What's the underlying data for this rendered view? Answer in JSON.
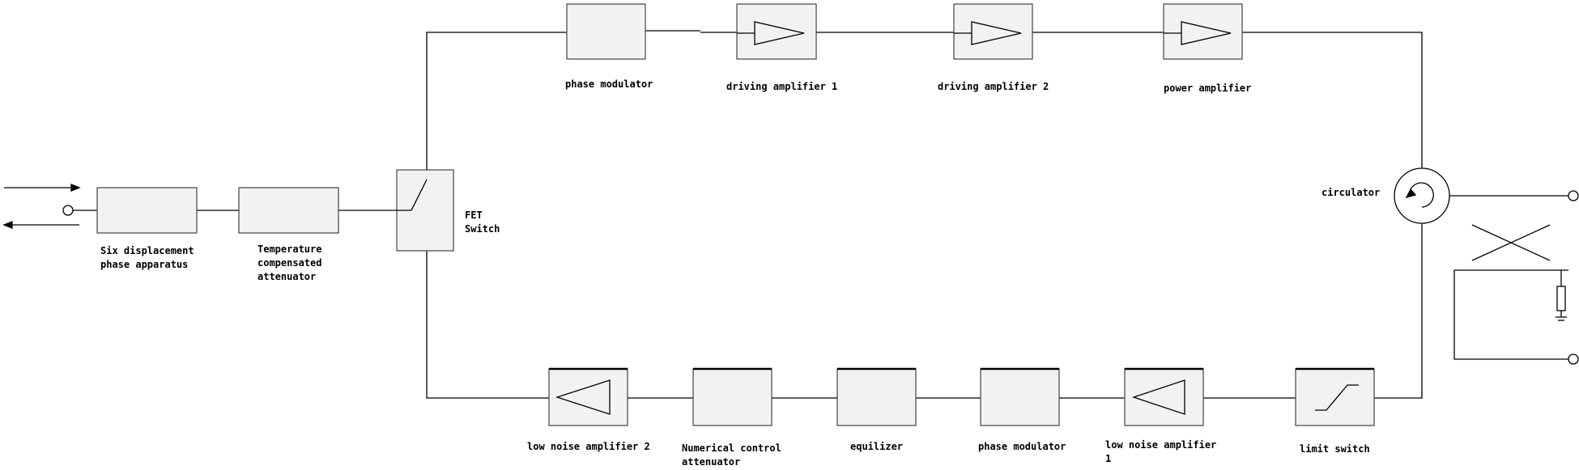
{
  "labels": {
    "six_displacement": [
      "Six displacement",
      "phase apparatus"
    ],
    "temp_attenuator": [
      "Temperature",
      "compensated",
      "attenuator"
    ],
    "fet_switch": [
      "FET",
      "Switch"
    ],
    "phase_modulator_top": "phase modulator",
    "driving_amp_1": "driving amplifier 1",
    "driving_amp_2": "driving amplifier 2",
    "power_amp": "power amplifier",
    "circulator": "circulator",
    "lna_2": "low noise amplifier 2",
    "nc_attenuator": [
      "Numerical control",
      "attenuator"
    ],
    "equilizer": "equilizer",
    "phase_modulator_bottom": "phase modulator",
    "lna_1": [
      "low noise amplifier",
      "1"
    ],
    "limit_switch": "limit switch"
  },
  "colors": {
    "line": "#000000",
    "box_border": "#444444",
    "box_fill": "#f2f2f2"
  }
}
